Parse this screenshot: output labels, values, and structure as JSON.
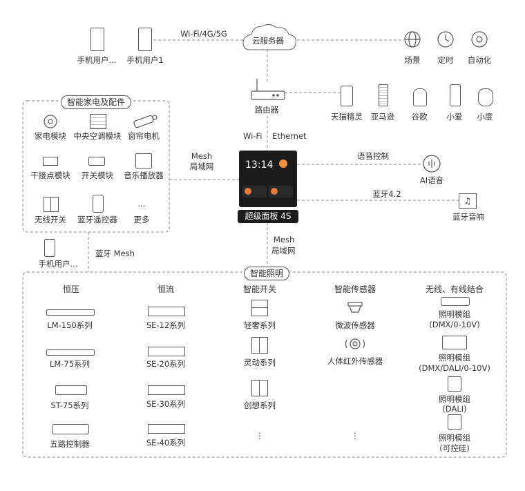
{
  "top": {
    "phone_user_a": "手机用户...",
    "phone_user_b": "手机用户1",
    "wifi_link": "Wi-Fi/4G/5G",
    "cloud": "云服务器",
    "scene": "场景",
    "timer": "定时",
    "automation": "自动化",
    "router": "路由器",
    "wifi": "Wi-Fi",
    "ethernet": "Ethernet"
  },
  "speakers": [
    "天猫精灵",
    "亚马逊",
    "谷歌",
    "小爱",
    "小度"
  ],
  "appliances": {
    "title": "智能家电及配件",
    "items": [
      "家电模块",
      "中央空调模块",
      "窗帘电机",
      "干接点模块",
      "开关模块",
      "音乐播放器",
      "无线开关",
      "蓝牙遥控器",
      "更多"
    ],
    "more_dots": "..."
  },
  "mesh_left": {
    "line1": "Mesh",
    "line2": "局域网"
  },
  "panel": {
    "time": "13:14",
    "name": "超级面板 4S"
  },
  "voice_link": "语音控制",
  "ai_voice": "AI语音",
  "bt_link": "蓝牙4.2",
  "bt_speaker": "蓝牙音响",
  "phone_user_c": "手机用户...",
  "bt_mesh": "蓝牙 Mesh",
  "mesh_bottom": {
    "line1": "Mesh",
    "line2": "局域网"
  },
  "lighting": {
    "title": "智能照明",
    "col1": {
      "header": "恒压",
      "items": [
        "LM-150系列",
        "LM-75系列",
        "ST-75系列",
        "五路控制器"
      ]
    },
    "col2": {
      "header": "恒流",
      "items": [
        "SE-12系列",
        "SE-20系列",
        "SE-30系列",
        "SE-40系列"
      ]
    },
    "col3": {
      "header": "智能开关",
      "items": [
        "轻奢系列",
        "灵动系列",
        "创想系列"
      ],
      "more": "⋮"
    },
    "col4": {
      "header": "智能传感器",
      "items": [
        "微波传感器",
        "人体红外传感器"
      ],
      "more": "⋮"
    },
    "col5": {
      "header": "无线、有线结合",
      "items": [
        {
          "l1": "照明模组",
          "l2": "(DMX/0-10V)"
        },
        {
          "l1": "照明模组",
          "l2": "(DMX/DALI/0-10V)"
        },
        {
          "l1": "照明模组",
          "l2": "(DALI)"
        },
        {
          "l1": "照明模组",
          "l2": "(可控硅)"
        }
      ]
    }
  }
}
